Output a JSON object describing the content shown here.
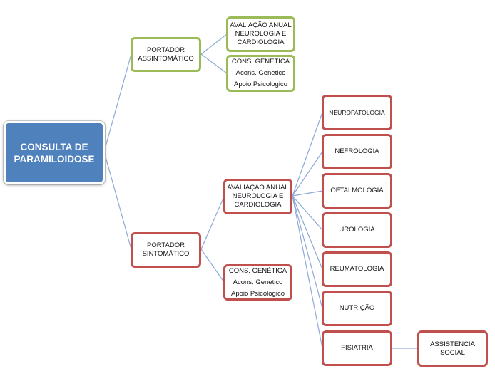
{
  "diagram": {
    "colors": {
      "root_fill": "#4f81bd",
      "asymptomatic_border": "#9bbb59",
      "symptomatic_border": "#c0504d",
      "connector": "#8ea9d6"
    },
    "root": {
      "lines": [
        "CONSULTA DE",
        "PARAMILOIDOSE"
      ]
    },
    "asymptomatic": {
      "lines": [
        "PORTADOR",
        "ASSINTOMÁTICO"
      ],
      "annual_eval": {
        "lines": [
          "AVALIAÇÃO  ANUAL",
          "NEUROLOGIA  E",
          "CARDIOLOGIA"
        ]
      },
      "genetics": {
        "lines": [
          "CONS.  GENÉTICA",
          "Acons. Genetico",
          "Apoio Psicologico"
        ]
      }
    },
    "symptomatic": {
      "lines": [
        "PORTADOR",
        "SINTOMÁTICO"
      ],
      "annual_eval": {
        "lines": [
          "AVALIAÇÃO  ANUAL",
          "NEUROLOGIA  E",
          "CARDIOLOGIA"
        ]
      },
      "genetics": {
        "lines": [
          "CONS.  GENÉTICA",
          "Acons. Genetico",
          "Apoio Psicologico"
        ]
      },
      "specialties": [
        {
          "label": "NEUROPATOLOGIA"
        },
        {
          "label": "NEFROLOGIA"
        },
        {
          "label": "OFTALMOLOGIA"
        },
        {
          "label": "UROLOGIA"
        },
        {
          "label": "REUMATOLOGIA"
        },
        {
          "label": "NUTRIÇÃO"
        },
        {
          "label": "FISIATRIA"
        }
      ],
      "social": {
        "lines": [
          "ASSISTENCIA",
          "SOCIAL"
        ]
      }
    }
  }
}
